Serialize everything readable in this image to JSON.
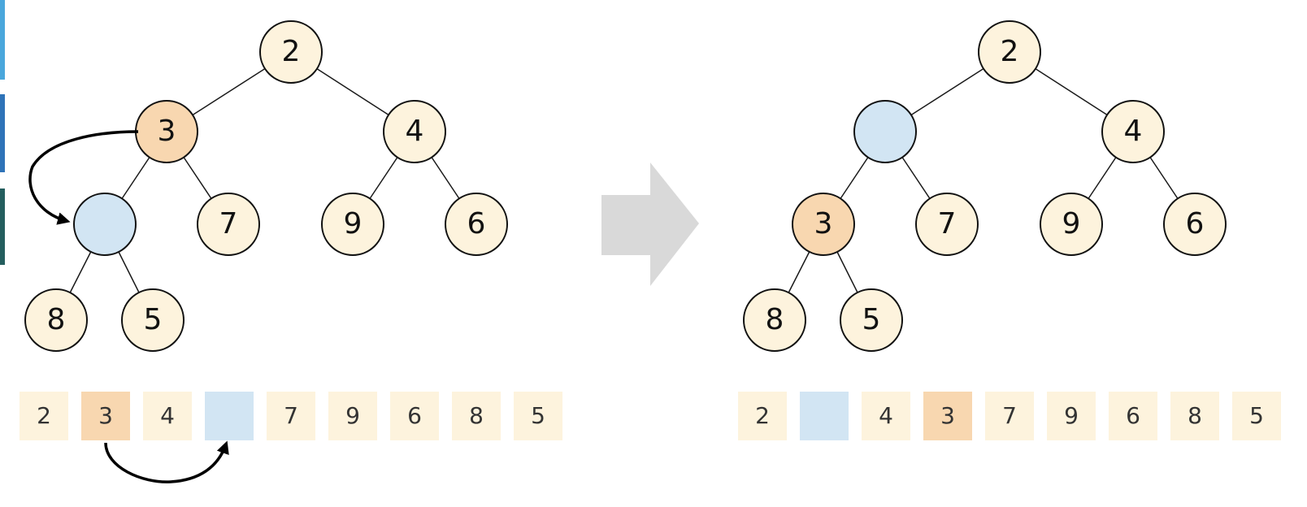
{
  "colors": {
    "normal_fill": "#fdf3dd",
    "highlight_fill": "#f8d7b0",
    "empty_fill": "#d2e5f3",
    "arrow_fill": "#d9d9d9",
    "edge_color": "#1a1a1a",
    "side_bars": [
      "#4aa7dc",
      "#2f73b8",
      "#245e5e"
    ]
  },
  "before": {
    "nodes": [
      {
        "id": "root",
        "label": "2",
        "state": "normal"
      },
      {
        "id": "l",
        "label": "3",
        "state": "highlight"
      },
      {
        "id": "r",
        "label": "4",
        "state": "normal"
      },
      {
        "id": "ll",
        "label": "",
        "state": "empty"
      },
      {
        "id": "lr",
        "label": "7",
        "state": "normal"
      },
      {
        "id": "rl",
        "label": "9",
        "state": "normal"
      },
      {
        "id": "rr",
        "label": "6",
        "state": "normal"
      },
      {
        "id": "lll",
        "label": "8",
        "state": "normal"
      },
      {
        "id": "llr",
        "label": "5",
        "state": "normal"
      }
    ],
    "array": [
      {
        "label": "2",
        "state": "normal"
      },
      {
        "label": "3",
        "state": "highlight"
      },
      {
        "label": "4",
        "state": "normal"
      },
      {
        "label": "",
        "state": "empty"
      },
      {
        "label": "7",
        "state": "normal"
      },
      {
        "label": "9",
        "state": "normal"
      },
      {
        "label": "6",
        "state": "normal"
      },
      {
        "label": "8",
        "state": "normal"
      },
      {
        "label": "5",
        "state": "normal"
      }
    ]
  },
  "after": {
    "nodes": [
      {
        "id": "root",
        "label": "2",
        "state": "normal"
      },
      {
        "id": "l",
        "label": "",
        "state": "empty"
      },
      {
        "id": "r",
        "label": "4",
        "state": "normal"
      },
      {
        "id": "ll",
        "label": "3",
        "state": "highlight"
      },
      {
        "id": "lr",
        "label": "7",
        "state": "normal"
      },
      {
        "id": "rl",
        "label": "9",
        "state": "normal"
      },
      {
        "id": "rr",
        "label": "6",
        "state": "normal"
      },
      {
        "id": "lll",
        "label": "8",
        "state": "normal"
      },
      {
        "id": "llr",
        "label": "5",
        "state": "normal"
      }
    ],
    "array": [
      {
        "label": "2",
        "state": "normal"
      },
      {
        "label": "",
        "state": "empty"
      },
      {
        "label": "4",
        "state": "normal"
      },
      {
        "label": "3",
        "state": "highlight"
      },
      {
        "label": "7",
        "state": "normal"
      },
      {
        "label": "9",
        "state": "normal"
      },
      {
        "label": "6",
        "state": "normal"
      },
      {
        "label": "8",
        "state": "normal"
      },
      {
        "label": "5",
        "state": "normal"
      }
    ]
  },
  "edges": [
    [
      "root",
      "l"
    ],
    [
      "root",
      "r"
    ],
    [
      "l",
      "ll"
    ],
    [
      "l",
      "lr"
    ],
    [
      "r",
      "rl"
    ],
    [
      "r",
      "rr"
    ],
    [
      "ll",
      "lll"
    ],
    [
      "ll",
      "llr"
    ]
  ]
}
